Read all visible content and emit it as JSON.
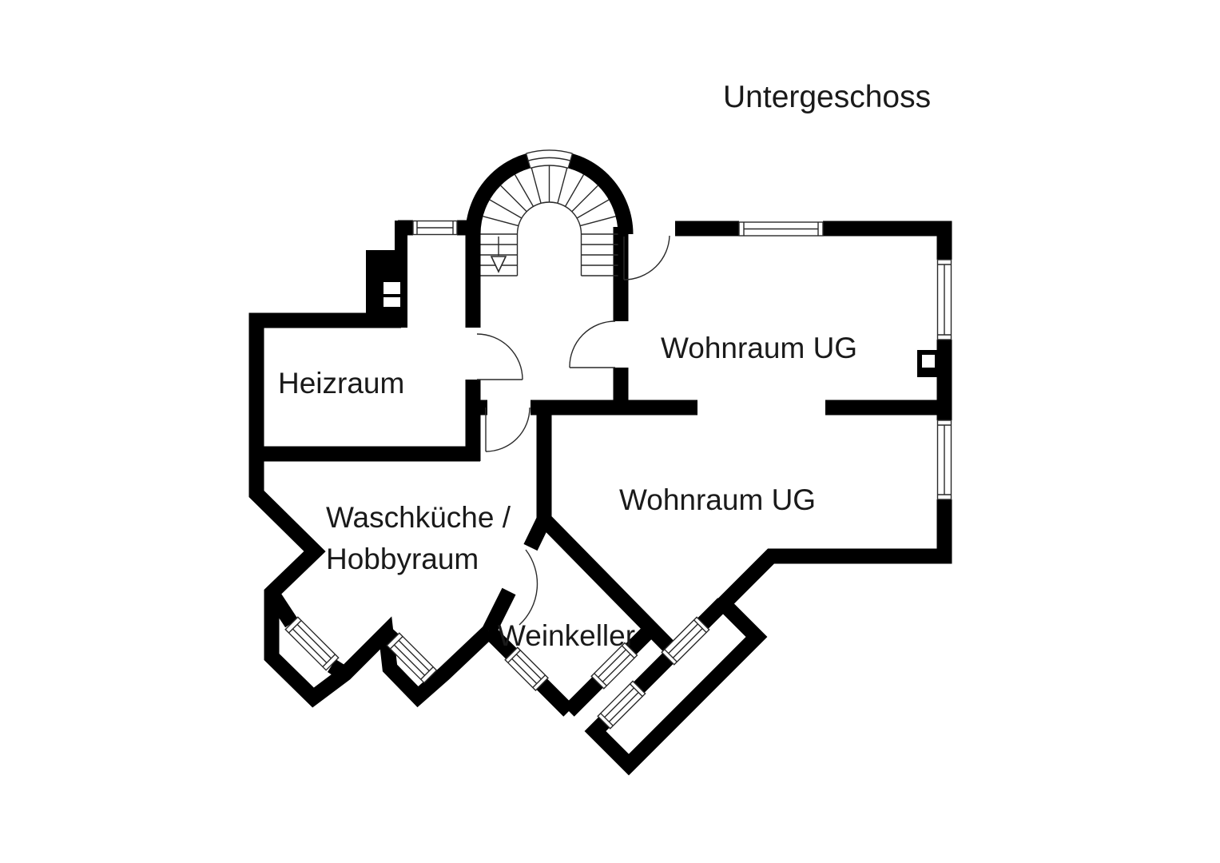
{
  "title": "Untergeschoss",
  "rooms": {
    "heizraum": "Heizraum",
    "waschkueche_line1": "Waschküche /",
    "waschkueche_line2": "Hobbyraum",
    "weinkeller": "Weinkeller",
    "wohnraum_ug_upper": "Wohnraum UG",
    "wohnraum_ug_lower": "Wohnraum UG"
  },
  "stair": {
    "direction_icon": "down-arrow"
  },
  "colors": {
    "walls": "#000000",
    "lines": "#2a2a2a",
    "text": "#1a1a1a",
    "background": "#ffffff"
  }
}
